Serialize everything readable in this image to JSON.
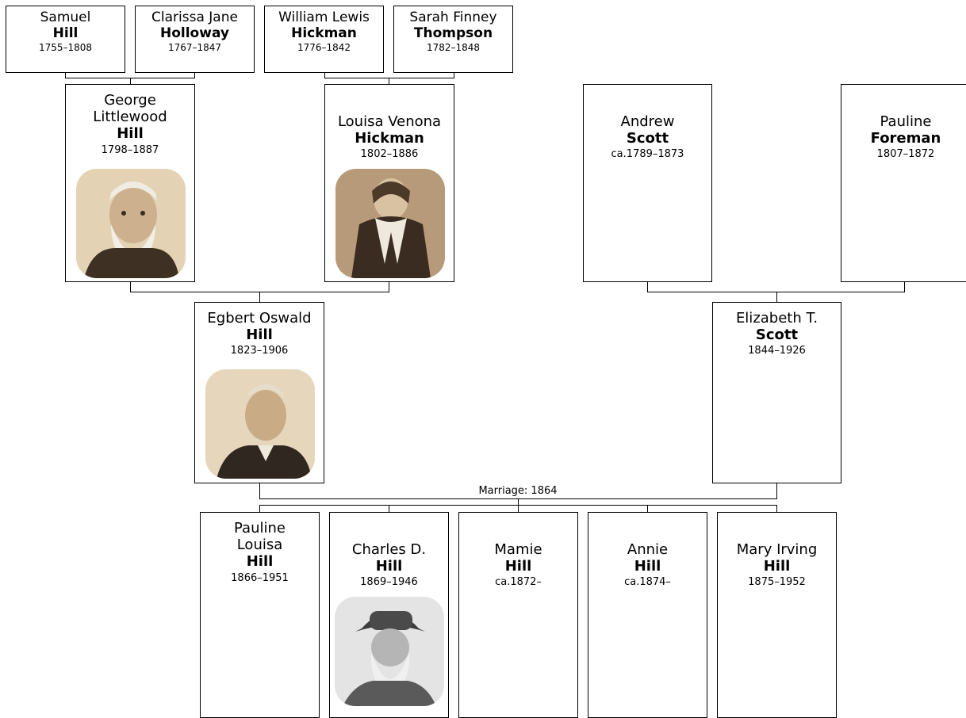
{
  "people": {
    "samuel": {
      "given": "Samuel",
      "surname": "Hill",
      "dates": "1755–1808"
    },
    "clarissa": {
      "given": "Clarissa Jane",
      "surname": "Holloway",
      "dates": "1767–1847"
    },
    "william": {
      "given": "William Lewis",
      "surname": "Hickman",
      "dates": "1776–1842"
    },
    "sarah": {
      "given": "Sarah Finney",
      "surname": "Thompson",
      "dates": "1782–1848"
    },
    "george": {
      "given": "George Littlewood",
      "surname": "Hill",
      "dates": "1798–1887"
    },
    "louisa": {
      "given": "Louisa Venona",
      "surname": "Hickman",
      "dates": "1802–1886"
    },
    "andrew": {
      "given": "Andrew",
      "surname": "Scott",
      "dates": "ca.1789–1873"
    },
    "paulinef": {
      "given": "Pauline",
      "surname": "Foreman",
      "dates": "1807–1872"
    },
    "egbert": {
      "given": "Egbert Oswald",
      "surname": "Hill",
      "dates": "1823–1906"
    },
    "elizabeth": {
      "given": "Elizabeth T.",
      "surname": "Scott",
      "dates": "1844–1926"
    },
    "paulinel": {
      "given": "Pauline Louisa",
      "surname": "Hill",
      "dates": "1866–1951"
    },
    "charles": {
      "given": "Charles D.",
      "surname": "Hill",
      "dates": "1869–1946"
    },
    "mamie": {
      "given": "Mamie",
      "surname": "Hill",
      "dates": "ca.1872–"
    },
    "annie": {
      "given": "Annie",
      "surname": "Hill",
      "dates": "ca.1874–"
    },
    "mary": {
      "given": "Mary Irving",
      "surname": "Hill",
      "dates": "1875–1952"
    }
  },
  "marriage_label": "Marriage: 1864",
  "photo_tones": {
    "sepia_bg": "#e9dcc3",
    "sepia_dark": "#4a3a2a",
    "bw_bg": "#e6e6e6",
    "bw_dark": "#444444"
  }
}
